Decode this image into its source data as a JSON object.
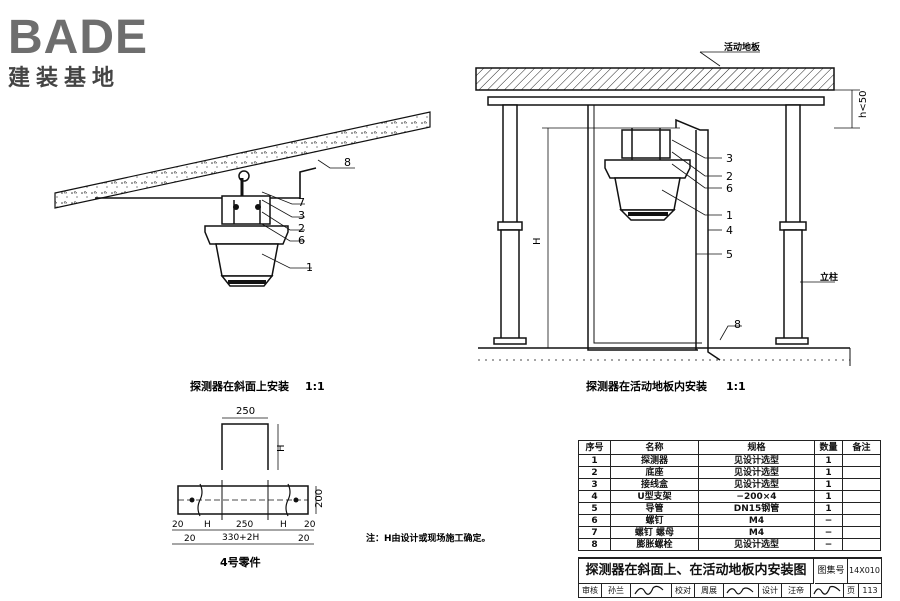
{
  "brand": {
    "name": "BADE",
    "subtitle": "建装基地"
  },
  "drawings": {
    "slope": {
      "title": "探测器在斜面上安装",
      "scale": "1:1",
      "callouts": [
        "8",
        "7",
        "3",
        "2",
        "6",
        "1"
      ]
    },
    "floor": {
      "title": "探测器在活动地板内安装",
      "scale": "1:1",
      "floor_label": "活动地板",
      "height_label": "h<50",
      "dim_h": "H",
      "column_label": "立柱",
      "callouts": [
        "3",
        "2",
        "6",
        "1",
        "4",
        "5",
        "8"
      ]
    },
    "part4": {
      "title": "4号零件",
      "dim_top": "250",
      "dim_h": "H",
      "dim_bottom": "330+2H",
      "dim_side": "200",
      "dim_row": [
        "20",
        "H",
        "250",
        "H",
        "20"
      ],
      "dim_row2": [
        "20",
        "20"
      ]
    },
    "note": "注：H由设计或现场施工确定。"
  },
  "table": {
    "headers": [
      "序号",
      "名称",
      "规格",
      "数量",
      "备注"
    ],
    "rows": [
      [
        "1",
        "探测器",
        "见设计选型",
        "1",
        ""
      ],
      [
        "2",
        "底座",
        "见设计选型",
        "1",
        ""
      ],
      [
        "3",
        "接线盒",
        "见设计选型",
        "1",
        ""
      ],
      [
        "4",
        "U型支架",
        "−200×4",
        "1",
        ""
      ],
      [
        "5",
        "导管",
        "DN15钢管",
        "1",
        ""
      ],
      [
        "6",
        "螺钉",
        "M4",
        "−",
        ""
      ],
      [
        "7",
        "螺钉  螺母",
        "M4",
        "−",
        ""
      ],
      [
        "8",
        "膨胀螺栓",
        "见设计选型",
        "−",
        ""
      ]
    ]
  },
  "title_block": {
    "title": "探测器在斜面上、在活动地板内安装图",
    "atlas_label": "图集号",
    "atlas_no": "14X010",
    "row": [
      "审核",
      "孙兰",
      "校对",
      "周展",
      "设计",
      "汪帝",
      "页",
      "113"
    ]
  }
}
